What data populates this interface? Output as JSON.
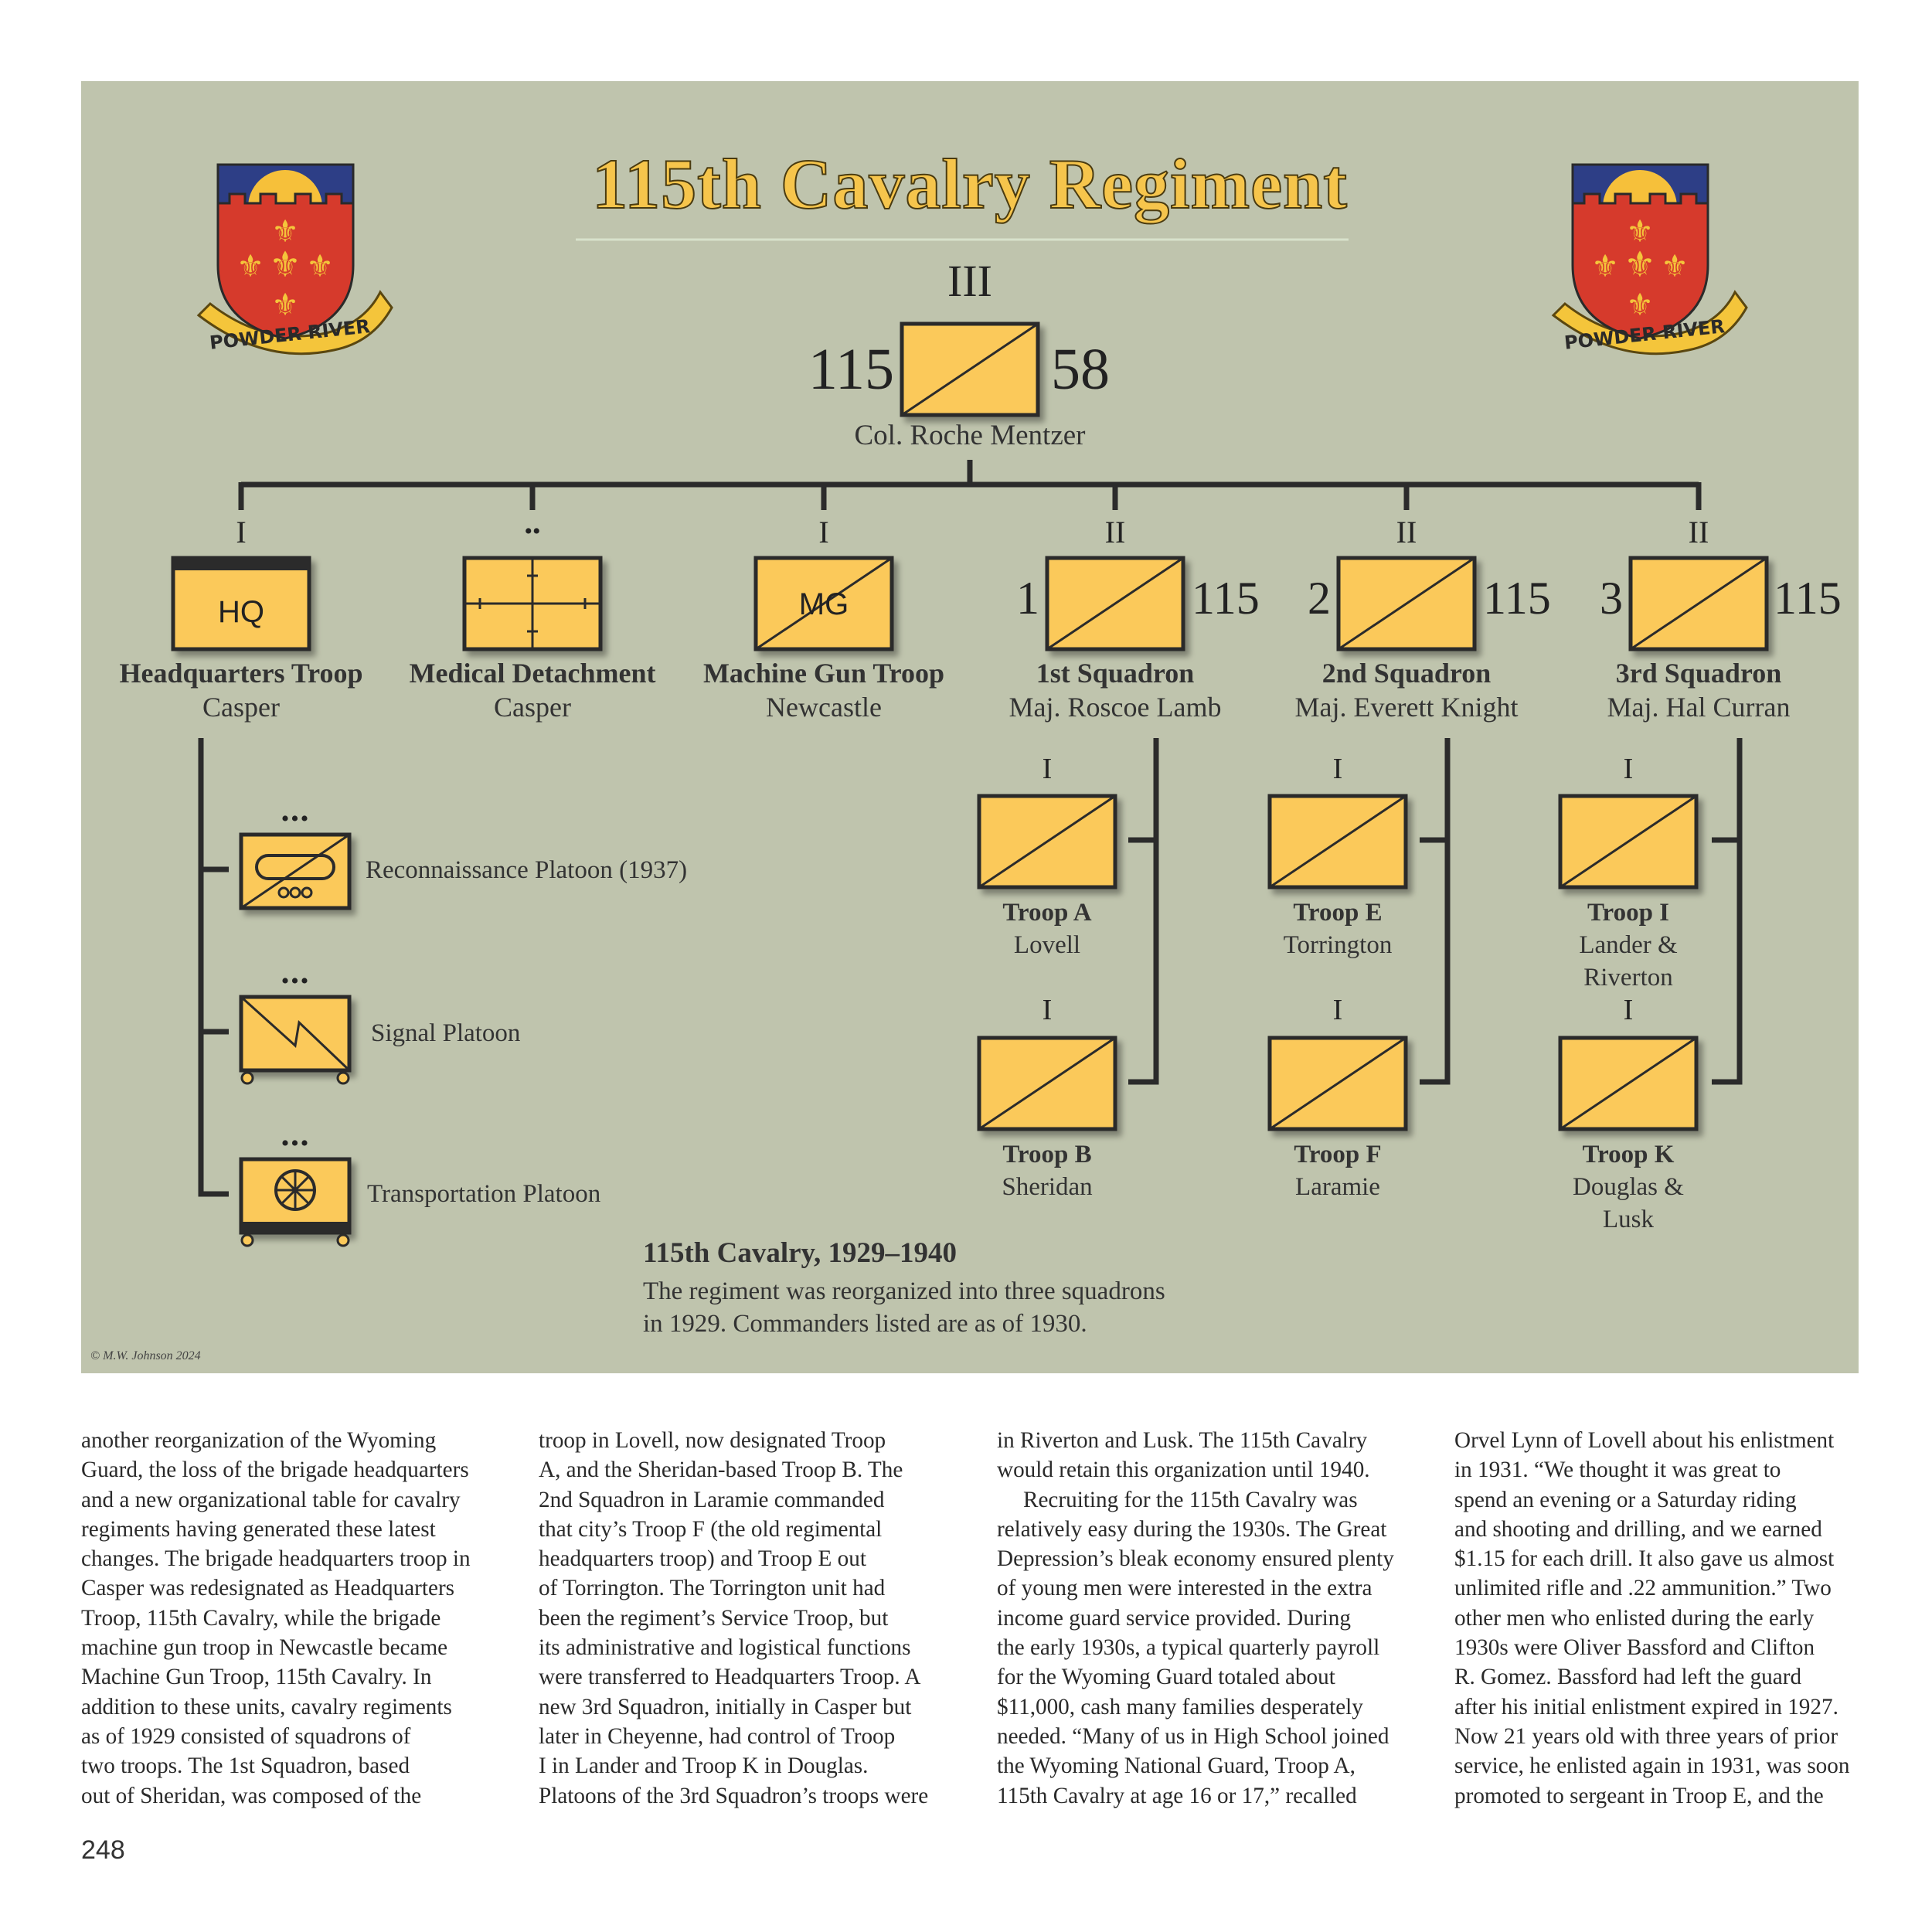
{
  "figure": {
    "title": "115th Cavalry Regiment",
    "crest": {
      "motto": "POWDER RIVER"
    },
    "regiment": {
      "echelon": "III",
      "left_number": "115",
      "right_number": "58",
      "commander": "Col. Roche Mentzer"
    },
    "units": [
      {
        "echelon": "I",
        "symbol_text": "HQ",
        "name": "Headquarters Troop",
        "location": "Casper"
      },
      {
        "echelon": "••",
        "name": "Medical Detachment",
        "location": "Casper"
      },
      {
        "echelon": "I",
        "symbol_text": "MG",
        "name": "Machine Gun Troop",
        "location": "Newcastle"
      },
      {
        "echelon": "II",
        "left_number": "1",
        "right_number": "115",
        "name": "1st Squadron",
        "location": "Maj. Roscoe Lamb"
      },
      {
        "echelon": "II",
        "left_number": "2",
        "right_number": "115",
        "name": "2nd Squadron",
        "location": "Maj. Everett Knight"
      },
      {
        "echelon": "II",
        "left_number": "3",
        "right_number": "115",
        "name": "3rd Squadron",
        "location": "Maj. Hal Curran"
      }
    ],
    "platoons": [
      {
        "echelon": "•••",
        "name": "Reconnaissance Platoon (1937)"
      },
      {
        "echelon": "•••",
        "name": "Signal Platoon"
      },
      {
        "echelon": "•••",
        "name": "Transportation Platoon"
      }
    ],
    "troops": [
      {
        "echelon": "I",
        "name": "Troop A",
        "location": "Lovell"
      },
      {
        "echelon": "I",
        "name": "Troop B",
        "location": "Sheridan"
      },
      {
        "echelon": "I",
        "name": "Troop E",
        "location": "Torrington"
      },
      {
        "echelon": "I",
        "name": "Troop F",
        "location": "Laramie"
      },
      {
        "echelon": "I",
        "name": "Troop I",
        "location": "Lander & Riverton"
      },
      {
        "echelon": "I",
        "name": "Troop K",
        "location": "Douglas & Lusk"
      }
    ],
    "caption": {
      "title": "115th Cavalry, 1929–1940",
      "line1": "The regiment was reorganized into three squadrons",
      "line2": "in 1929. Commanders listed are as of 1930."
    },
    "copyright": "© M.W. Johnson 2024",
    "colors": {
      "background": "#bfc4ad",
      "symbol_fill": "#fbc95a",
      "line": "#2b2b2b"
    }
  },
  "columns": [
    [
      "another reorganization of the Wyoming",
      "Guard, the loss of the brigade headquarters",
      "and a new organizational table for cavalry",
      "regiments having generated these latest",
      "changes. The brigade headquarters troop in",
      "Casper was redesignated as Headquarters",
      "Troop, 115th Cavalry, while the brigade",
      "machine gun troop in Newcastle became",
      "Machine Gun Troop, 115th Cavalry. In",
      "addition to these units, cavalry regiments",
      "as of 1929 consisted of squadrons of",
      "two troops. The 1st Squadron, based",
      "out of Sheridan, was composed of the"
    ],
    [
      "troop in Lovell, now designated Troop",
      "A, and the Sheridan-based Troop B. The",
      "2nd Squadron in Laramie commanded",
      "that city’s Troop F (the old regimental",
      "headquarters troop) and Troop E out",
      "of Torrington. The Torrington unit had",
      "been the regiment’s Service Troop, but",
      "its administrative and logistical functions",
      "were transferred to Headquarters Troop. A",
      "new 3rd Squadron, initially in Casper but",
      "later in Cheyenne, had control of Troop",
      "I in Lander and Troop K in Douglas.",
      "Platoons of the 3rd Squadron’s troops were"
    ],
    [
      "in Riverton and Lusk. The 115th Cavalry",
      "would retain this organization until 1940.",
      "Recruiting for the 115th Cavalry was",
      "relatively easy during the 1930s. The Great",
      "Depression’s bleak economy ensured plenty",
      "of young men were interested in the extra",
      "income guard service provided. During",
      "the early 1930s, a typical quarterly payroll",
      "for the Wyoming Guard totaled about",
      "$11,000, cash many families desperately",
      "needed. “Many of us in High School joined",
      "the Wyoming National Guard, Troop A,",
      "115th Cavalry at age 16 or 17,” recalled"
    ],
    [
      "Orvel Lynn of Lovell about his enlistment",
      "in 1931. “We thought it was great to",
      "spend an evening or a Saturday riding",
      "and shooting and drilling, and we earned",
      "$1.15 for each drill. It also gave us almost",
      "unlimited rifle and .22 ammunition.” Two",
      "other men who enlisted during the early",
      "1930s were Oliver Bassford and Clifton",
      "R. Gomez. Bassford had left the guard",
      "after his initial enlistment expired in 1927.",
      "Now 21 years old with three years of prior",
      "service, he enlisted again in 1931, was soon",
      "promoted to sergeant in Troop E, and the"
    ]
  ],
  "page_number": "248"
}
